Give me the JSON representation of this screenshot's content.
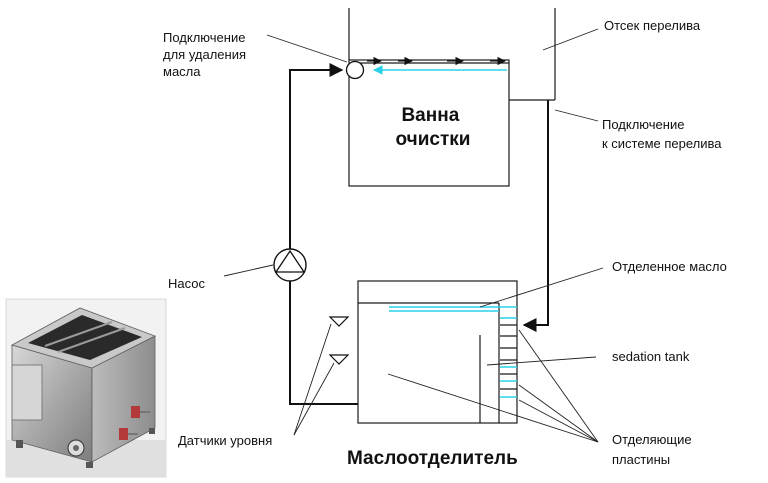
{
  "labels": {
    "oil_removal_connection": [
      "Подключение",
      "для удаления",
      "масла"
    ],
    "overflow_compartment": "Отсек перелива",
    "cleaning_bath": [
      "Ванна",
      "очистки"
    ],
    "overflow_connection": [
      "Подключение",
      "к системе перелива"
    ],
    "pump": "Насос",
    "separated_oil": "Отделенное масло",
    "sedation_tank": "sedation tank",
    "level_sensors": "Датчики уровня",
    "oil_separator": "Маслоотделитель",
    "separating_plates": [
      "Отделяющие",
      "пластины"
    ]
  },
  "colors": {
    "line": "#1a1a1a",
    "oil_flow": "#2ad0e8",
    "background": "#ffffff"
  },
  "photo": {
    "depicts": "stainless steel oil separator unit",
    "icon": "machine-photo"
  }
}
